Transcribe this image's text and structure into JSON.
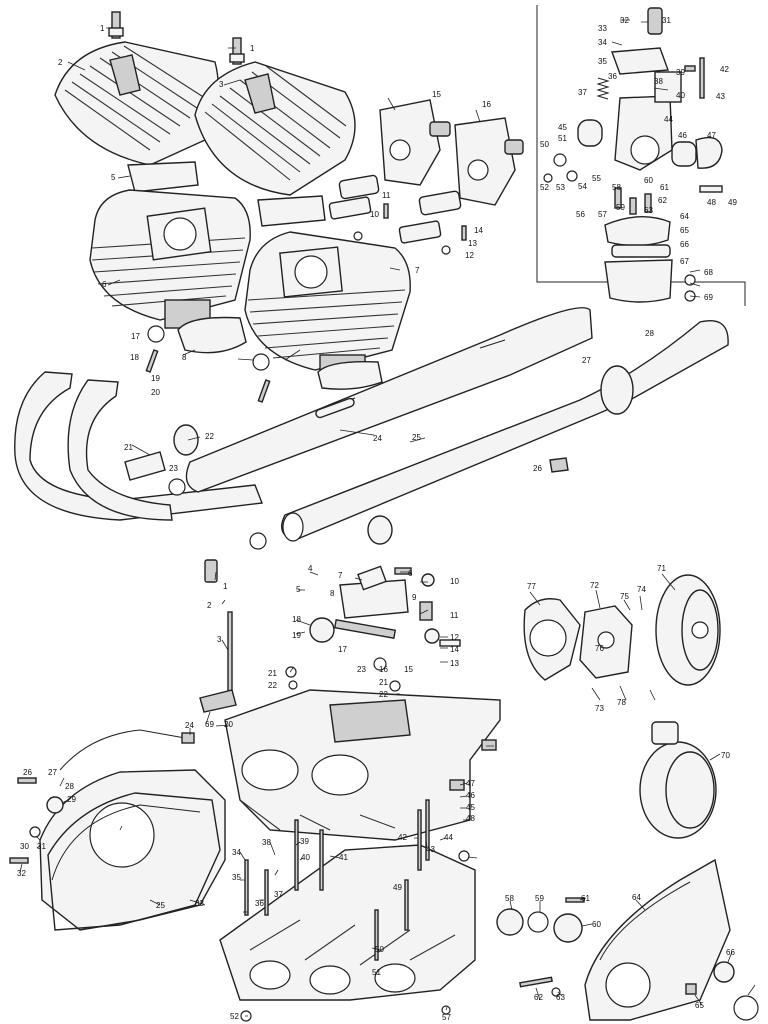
{
  "figure": {
    "upper_left_callouts": [
      "1",
      "2",
      "1",
      "3",
      "5",
      "6",
      "7",
      "8",
      "10",
      "11",
      "12",
      "13",
      "14",
      "15",
      "16",
      "17",
      "18",
      "19",
      "20",
      "21",
      "22",
      "23",
      "24",
      "25",
      "26",
      "27",
      "28"
    ],
    "upper_right_callouts": [
      "31",
      "32",
      "33",
      "34",
      "35",
      "36",
      "37",
      "38",
      "39",
      "40",
      "42",
      "43",
      "44",
      "45",
      "46",
      "47",
      "48",
      "49",
      "50",
      "51",
      "52",
      "53",
      "54",
      "55",
      "56",
      "57",
      "58",
      "59",
      "60",
      "61",
      "62",
      "63",
      "64",
      "65",
      "66",
      "67",
      "68",
      "69"
    ],
    "middle_callouts": [
      "1",
      "2",
      "3",
      "4",
      "5",
      "6",
      "7",
      "8",
      "9",
      "10",
      "11",
      "12",
      "13",
      "14",
      "15",
      "16",
      "17",
      "18",
      "19",
      "21",
      "22",
      "23"
    ],
    "right_middle_callouts": [
      "70",
      "71",
      "72",
      "73",
      "74",
      "75",
      "76",
      "77",
      "78"
    ],
    "lower_callouts": [
      "20",
      "21",
      "22",
      "24",
      "25",
      "26",
      "27",
      "28",
      "29",
      "30",
      "31",
      "32",
      "33",
      "34",
      "35",
      "36",
      "37",
      "38",
      "39",
      "40",
      "41",
      "42",
      "43",
      "44",
      "45",
      "46",
      "47",
      "48",
      "49",
      "50",
      "51",
      "52",
      "57",
      "58",
      "59",
      "60",
      "61",
      "62",
      "63",
      "64",
      "65",
      "66",
      "69"
    ]
  }
}
